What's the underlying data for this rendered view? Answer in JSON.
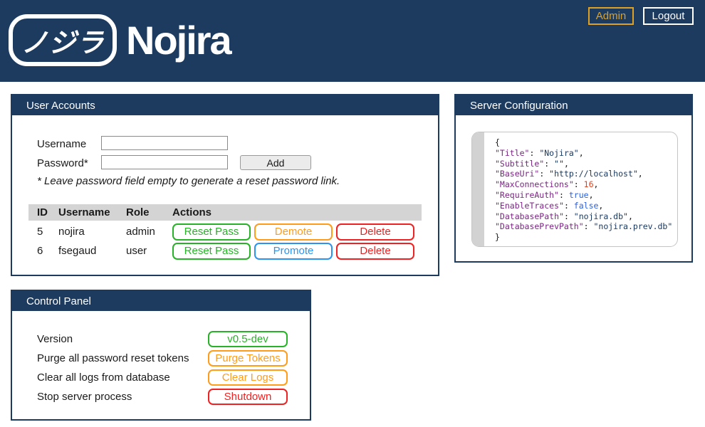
{
  "header": {
    "logo_badge": "ノジラ",
    "logo_text": "Nojira",
    "admin_label": "Admin",
    "logout_label": "Logout"
  },
  "user_accounts": {
    "title": "User Accounts",
    "username_label": "Username",
    "password_label": "Password*",
    "add_label": "Add",
    "note": "* Leave password field empty to generate a reset password link.",
    "table": {
      "headers": [
        "ID",
        "Username",
        "Role",
        "Actions"
      ],
      "rows": [
        {
          "id": "5",
          "username": "nojira",
          "role": "admin",
          "actions": [
            {
              "label": "Reset Pass",
              "color": "green"
            },
            {
              "label": "Demote",
              "color": "orange"
            },
            {
              "label": "Delete",
              "color": "red"
            }
          ]
        },
        {
          "id": "6",
          "username": "fsegaud",
          "role": "user",
          "actions": [
            {
              "label": "Reset Pass",
              "color": "green"
            },
            {
              "label": "Promote",
              "color": "blue"
            },
            {
              "label": "Delete",
              "color": "red"
            }
          ]
        }
      ]
    }
  },
  "server_configuration": {
    "title": "Server Configuration",
    "open_brace": "{",
    "close_brace": "}",
    "entries": [
      {
        "key": "Title",
        "value": "Nojira",
        "kind": "string"
      },
      {
        "key": "Subtitle",
        "value": "",
        "kind": "string"
      },
      {
        "key": "BaseUri",
        "value": "http://localhost",
        "kind": "string"
      },
      {
        "key": "MaxConnections",
        "value": "16",
        "kind": "number"
      },
      {
        "key": "RequireAuth",
        "value": "true",
        "kind": "bool"
      },
      {
        "key": "EnableTraces",
        "value": "false",
        "kind": "bool"
      },
      {
        "key": "DatabasePath",
        "value": "nojira.db",
        "kind": "string"
      },
      {
        "key": "DatabasePrevPath",
        "value": "nojira.prev.db",
        "kind": "string"
      }
    ]
  },
  "control_panel": {
    "title": "Control Panel",
    "rows": [
      {
        "label": "Version",
        "button": "v0.5-dev",
        "color": "green"
      },
      {
        "label": "Purge all password reset tokens",
        "button": "Purge Tokens",
        "color": "orange"
      },
      {
        "label": "Clear all logs from database",
        "button": "Clear Logs",
        "color": "orange"
      },
      {
        "label": "Stop server process",
        "button": "Shutdown",
        "color": "red"
      }
    ]
  },
  "colors": {
    "navy": "#1d3a5f",
    "green": "#28b228",
    "orange": "#ff9c1a",
    "red": "#ee2222",
    "blue": "#2b94ef",
    "gold": "#dda125",
    "thead": "#d4d4d4",
    "ckey": "#7a2583",
    "cstr": "#17365d",
    "cnum": "#e8421c",
    "cbool": "#2b5fe0"
  }
}
